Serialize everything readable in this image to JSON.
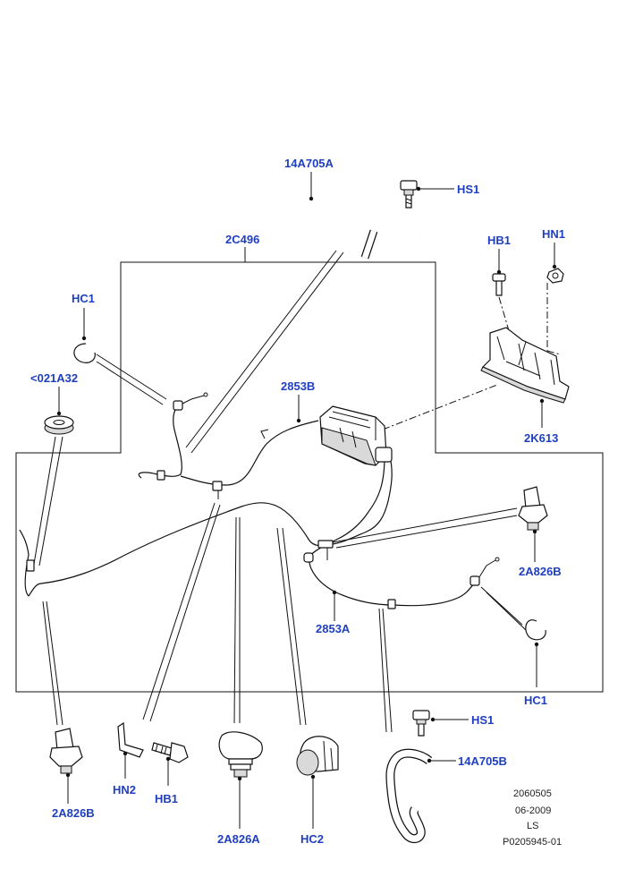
{
  "labels": {
    "hose_top": "14A705A",
    "screw_top": "HS1",
    "outline": "2C496",
    "bolt_right": "HB1",
    "nut_right": "HN1",
    "clip_left": "HC1",
    "grommet_left": "<021A32",
    "cable_mid": "2853B",
    "bracket": "2K613",
    "clip_right_top": "2A826B",
    "cable_low": "2853A",
    "clip_right_low": "HC1",
    "screw_bottom": "HS1",
    "hose_bottom": "14A705B",
    "clip_left_bottom": "2A826B",
    "nut_bottom": "HN2",
    "bolt_bottom": "HB1",
    "clip_center_bottom": "2A826A",
    "clip_bottom_hc2": "HC2"
  },
  "meta": {
    "code": "2060505",
    "date": "06-2009",
    "initials": "LS",
    "ref": "P0205945-01"
  }
}
